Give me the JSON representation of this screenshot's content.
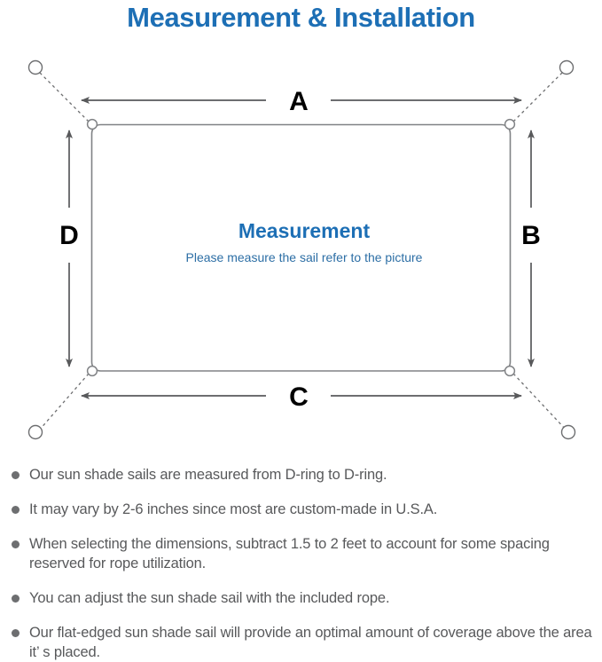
{
  "page": {
    "title": "Measurement & Installation",
    "title_color": "#1d6fb5",
    "background": "#ffffff"
  },
  "diagram": {
    "name": "sun-shade-sail-measurement-diagram",
    "center": {
      "heading": "Measurement",
      "subheading": "Please measure the sail refer to the picture",
      "heading_color": "#1d6fb5",
      "subheading_color": "#2c6ea5"
    },
    "dimension_labels": {
      "top": "A",
      "right": "B",
      "bottom": "C",
      "left": "D"
    },
    "label_color": "#000000",
    "line_color": "#6d6e70",
    "sail_edge_color": "#808285",
    "d_rings": [
      {
        "position": "top-left"
      },
      {
        "position": "top-right"
      },
      {
        "position": "bottom-right"
      },
      {
        "position": "bottom-left"
      }
    ],
    "anchor_points": [
      {
        "position": "top-left"
      },
      {
        "position": "top-right"
      },
      {
        "position": "bottom-right"
      },
      {
        "position": "bottom-left"
      }
    ]
  },
  "notes": {
    "bullet_color": "#6d6e70",
    "text_color": "#58595b",
    "items": [
      "Our sun shade sails are measured from D-ring to D-ring.",
      "It may vary by 2-6 inches since most are custom-made in U.S.A.",
      "When selecting the dimensions, subtract 1.5 to 2 feet to account for some spacing reserved for rope utilization.",
      "You can adjust the sun shade sail with the included rope.",
      "Our flat-edged sun shade sail will provide an optimal amount of coverage above the area it’ s placed."
    ]
  }
}
